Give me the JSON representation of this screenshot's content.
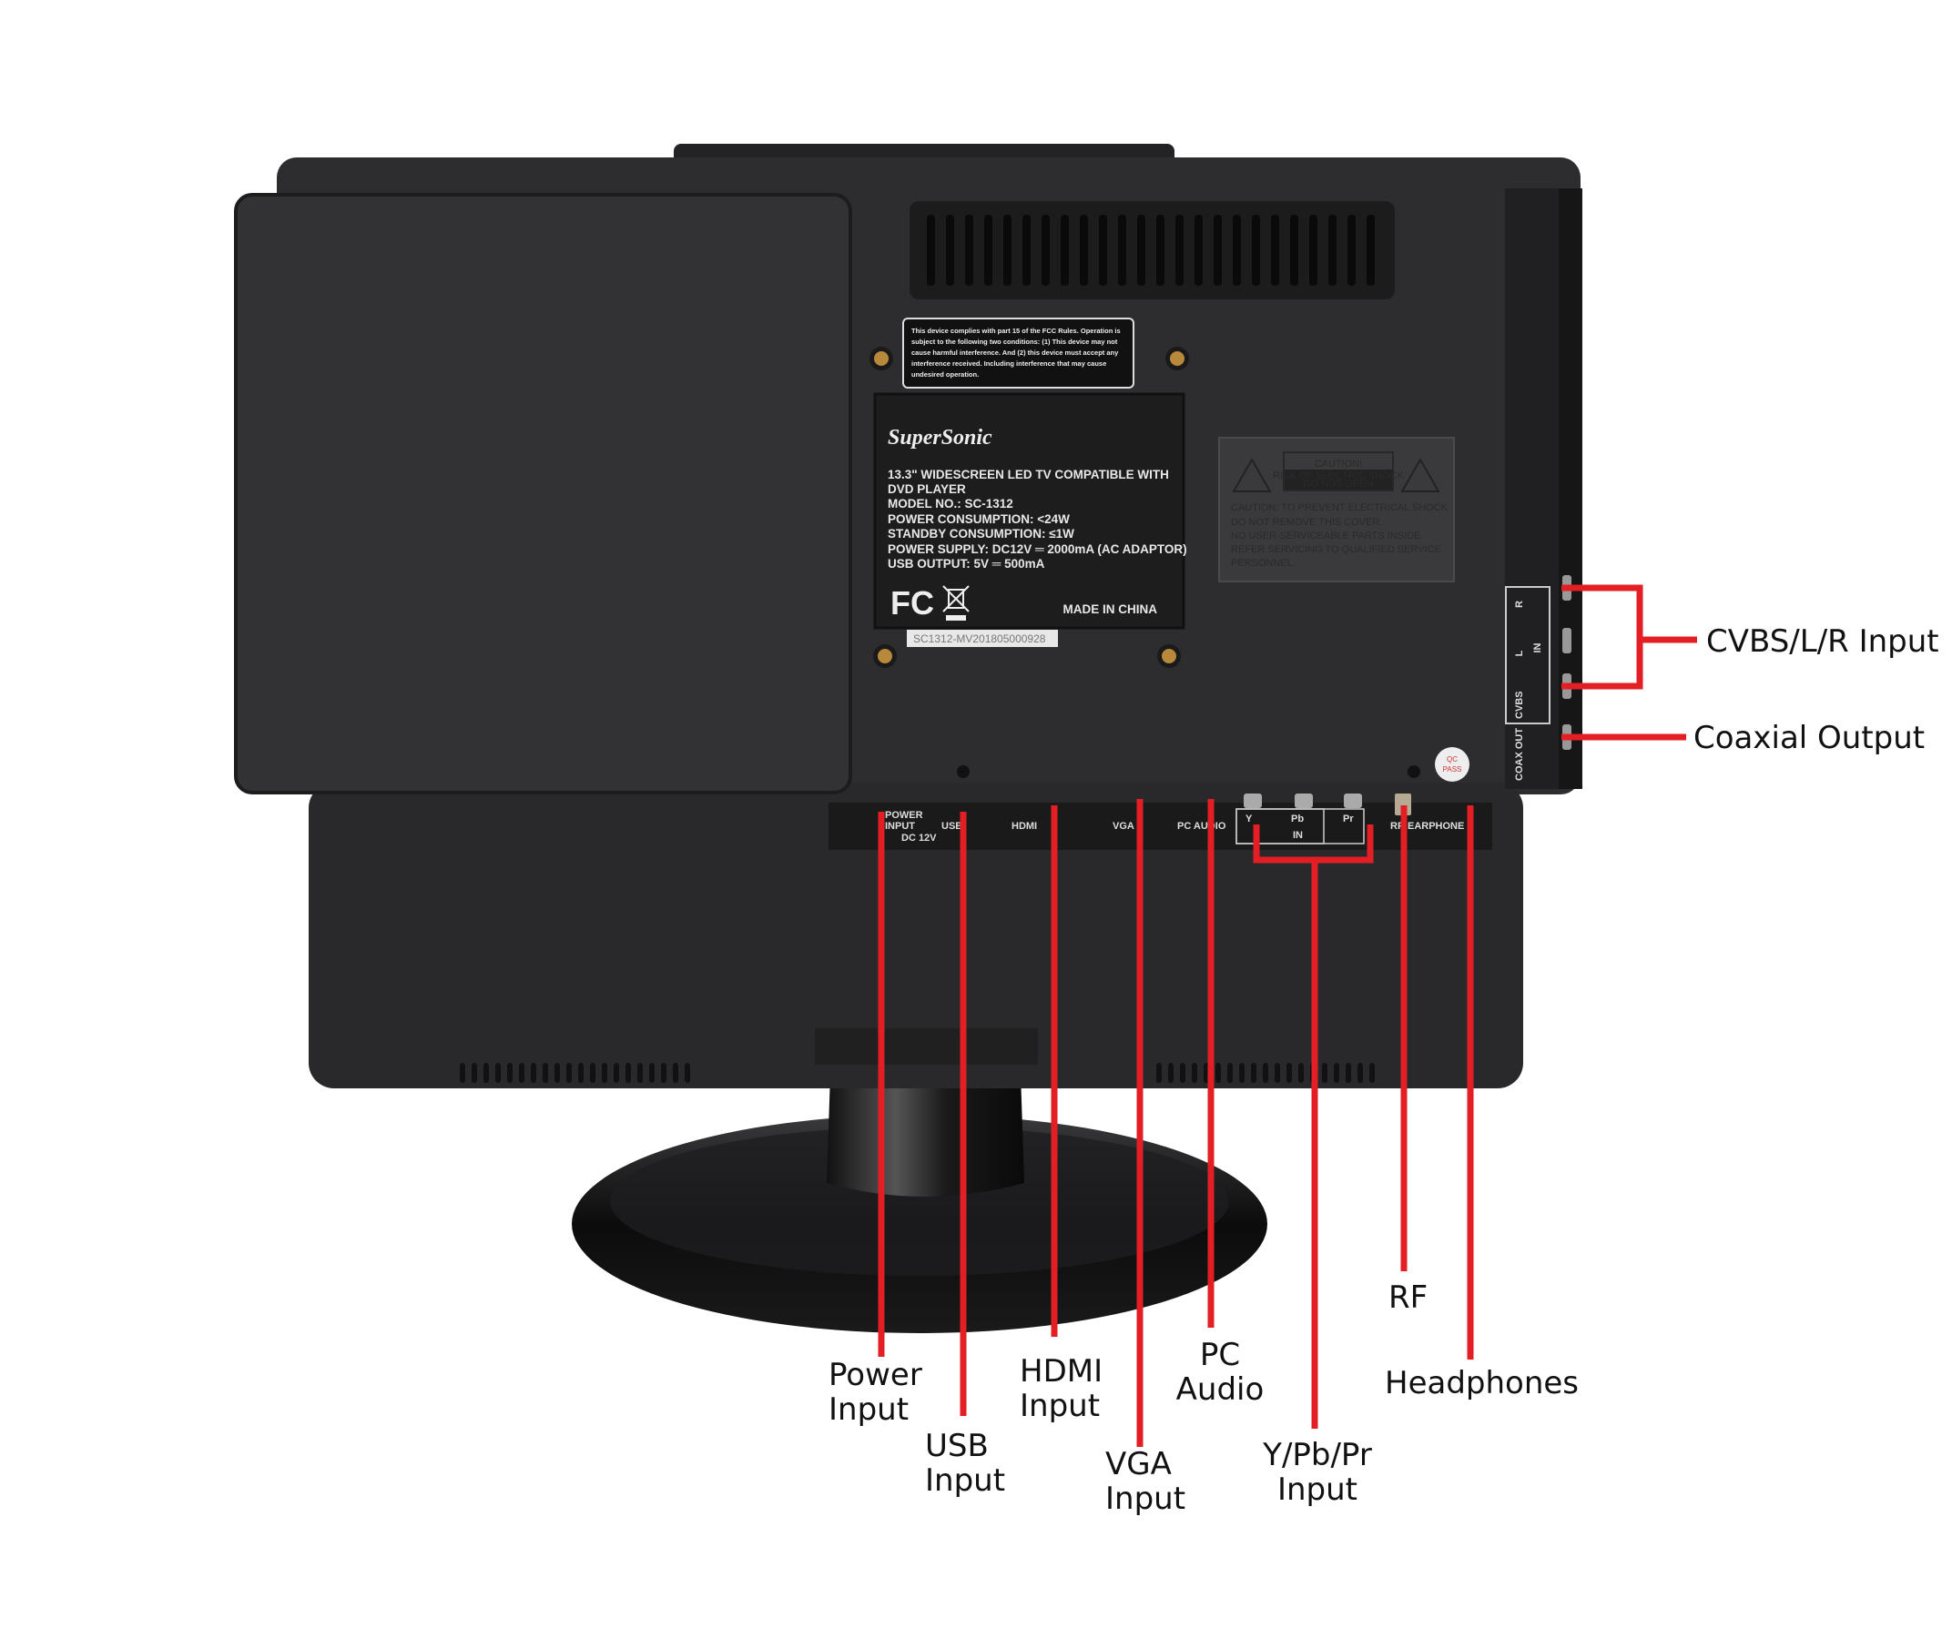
{
  "colors": {
    "callout_line": "#e31e24",
    "tv_body": "#2b2b2d",
    "background": "#ffffff"
  },
  "fcc_label": [
    "This device complies with part 15 of the FCC Rules. Operation is",
    "subject to the following two conditions: (1) This device may not",
    "cause harmful interference. And (2) this device must accept any",
    "interference received. Including interference that may cause",
    "undesired operation."
  ],
  "rating_plate": {
    "brand": "SuperSonic",
    "lines": [
      "13.3\" WIDESCREEN LED TV COMPATIBLE WITH",
      "DVD PLAYER",
      "MODEL NO.: SC-1312",
      "POWER CONSUMPTION: <24W",
      "STANDBY CONSUMPTION: ≤1W",
      "POWER SUPPLY: DC12V ═ 2000mA (AC ADAPTOR)",
      "USB OUTPUT: 5V ═ 500mA"
    ],
    "fcc_mark": "FC",
    "origin": "MADE IN CHINA",
    "serial": "SC1312-MV201805000928"
  },
  "caution_label": {
    "title": "CAUTION!",
    "subtitle_1": "RISK OF ELECTRIC SHOCK",
    "subtitle_2": "DO NOT OPEN",
    "lines": [
      "CAUTION: TO PREVENT ELECTRICAL SHOCK",
      "DO NOT REMOVE THIS COVER.",
      "NO USER-SERVICEABLE PARTS INSIDE.",
      "REFER SERVICING TO QUALIFIED SERVICE",
      "PERSONNEL."
    ]
  },
  "qc_sticker": {
    "line1": "QC",
    "line2": "PASS"
  },
  "port_strip": {
    "power": [
      "POWER",
      "INPUT",
      "DC 12V"
    ],
    "usb": "USB",
    "hdmi": "HDMI",
    "vga": "VGA",
    "pc_audio": "PC AUDIO",
    "y": "Y",
    "pb": "Pb",
    "pr": "Pr",
    "in": "IN",
    "rf": "RF",
    "earphone": "EARPHONE"
  },
  "side_panel": {
    "r": "R",
    "l": "L",
    "in": "IN",
    "cvbs": "CVBS",
    "coax_out": "COAX OUT"
  },
  "callouts": {
    "power": [
      "Power",
      "Input"
    ],
    "usb": [
      "USB",
      "Input"
    ],
    "hdmi": [
      "HDMI",
      "Input"
    ],
    "vga": [
      "VGA",
      "Input"
    ],
    "pc_audio": [
      "PC",
      "Audio"
    ],
    "ypbpr": [
      "Y/Pb/Pr",
      "Input"
    ],
    "rf": "RF",
    "headphones": "Headphones",
    "cvbs": "CVBS/L/R Input",
    "coax": "Coaxial Output"
  }
}
